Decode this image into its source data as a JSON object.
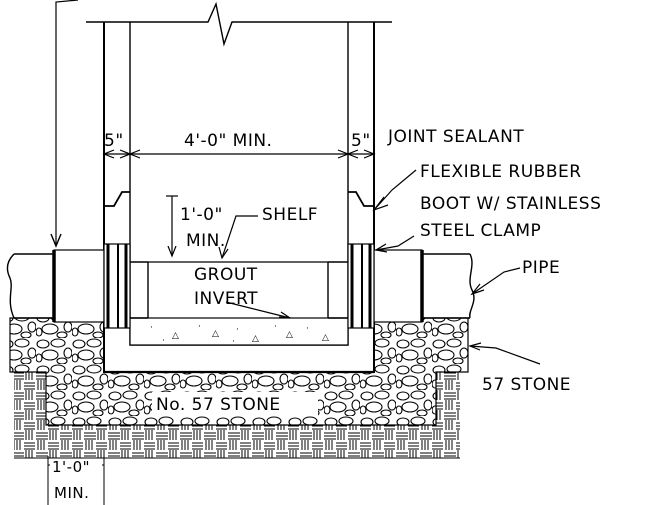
{
  "labels": {
    "dim_wall_left": "5\"",
    "dim_interior": "4'-0\" MIN.",
    "dim_wall_right": "5\"",
    "joint_sealant": "JOINT SEALANT",
    "boot_line1": "FLEXIBLE RUBBER",
    "boot_line2": "BOOT W/ STAINLESS",
    "boot_line3": "STEEL CLAMP",
    "shelf_height_line1": "1'-0\"",
    "shelf_height_line2": "MIN.",
    "shelf": "SHELF",
    "grout_line1": "GROUT",
    "grout_line2": "INVERT",
    "pipe": "PIPE",
    "stone_callout": "57 STONE",
    "base_stone": "No. 57 STONE",
    "base_dim_line1": "1'-0\"",
    "base_dim_line2": "MIN."
  }
}
